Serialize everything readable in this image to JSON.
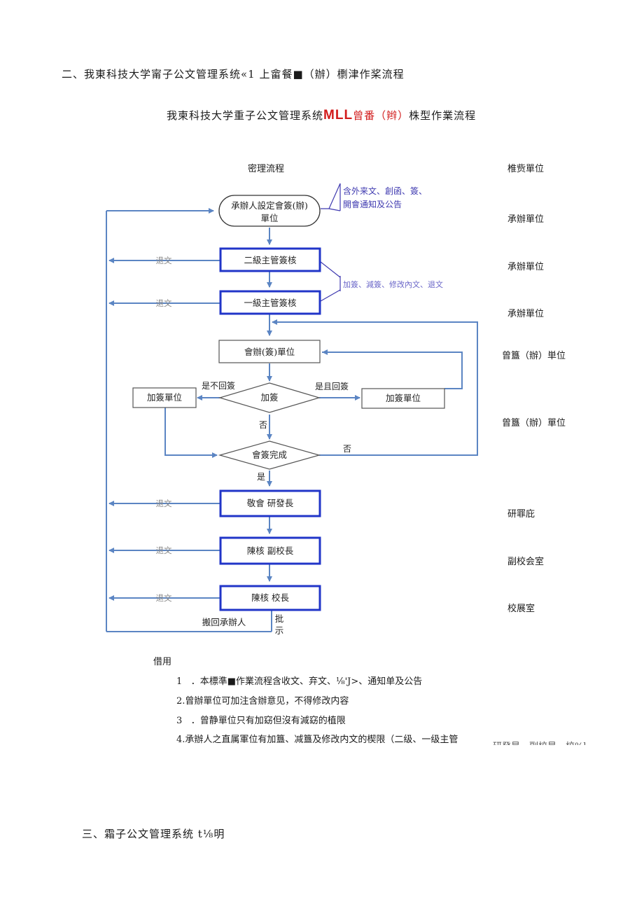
{
  "section2_heading": "二、我東科技大学甯子公文管理系统«1 上畲餐■（辦）檦津作桨流程",
  "subtitle": {
    "part1": "我柬科技大学重子公文管理系统",
    "part2": "MLL",
    "part3": "曾番（辫）",
    "part4": "株型作業流程"
  },
  "flow_column_title": "密理流程",
  "unit_column_title": "椎赀單位",
  "callout_top": [
    "含外来文、創函、簽、",
    "開會通知及公告"
  ],
  "callout_mid": "加簽、減簽、修改內文、退文",
  "nodes": {
    "start_line1": "承辦人設定會簽(辦)",
    "start_line2": "單位",
    "level2": "二級主管簽核",
    "level1": "一級主管簽核",
    "cosign_unit": "會辦(簽)單位",
    "add_sign_decision": "加簽",
    "add_unit_left": "加簽單位",
    "add_unit_right": "加簽單位",
    "cosign_done": "會簽完成",
    "vp_research": "敬會 研發長",
    "vice_president": "陳核 副校長",
    "president": "陳核 校長",
    "return_to_handler": "搬回承辦人",
    "approve": "批\n示"
  },
  "edge_labels": {
    "return1": "退文",
    "return2": "退文",
    "return3": "退文",
    "return4": "退文",
    "return5": "退文",
    "no_return": "是不回簽",
    "yes_return": "是且回簽",
    "no1": "否",
    "no2": "否",
    "yes": "是"
  },
  "units": [
    "承辦單位",
    "承辦單位",
    "承辦單位",
    "曾簋（辦）単位",
    "曾簋（辦）單位",
    "研罪庇",
    "副校会室",
    "校展室"
  ],
  "notes_title": "借用",
  "notes": [
    {
      "num": "1",
      "text": "．本標準■作業流程含收文、弃文、⅛'J>、通知单及公告"
    },
    {
      "num": "2.",
      "text": "曾辦單位可加注含辦意见，不得修改内容"
    },
    {
      "num": "3",
      "text": "．曾静單位只有加窈但沒有減窈的植限"
    },
    {
      "num": "4.",
      "text": "承辦人之直属軍位有加簋、减簋及修改内文的楔限（二级、一级主管"
    }
  ],
  "notes_overflow": "研発昙、副校昙、校%l",
  "section3_heading": "三、霜子公文管理系统 t⅛明",
  "colors": {
    "flow_blue": "#5b85c3",
    "box_blue": "#2135c8",
    "callout_purple": "#3f3ab0",
    "title_red": "#d21c1c"
  }
}
